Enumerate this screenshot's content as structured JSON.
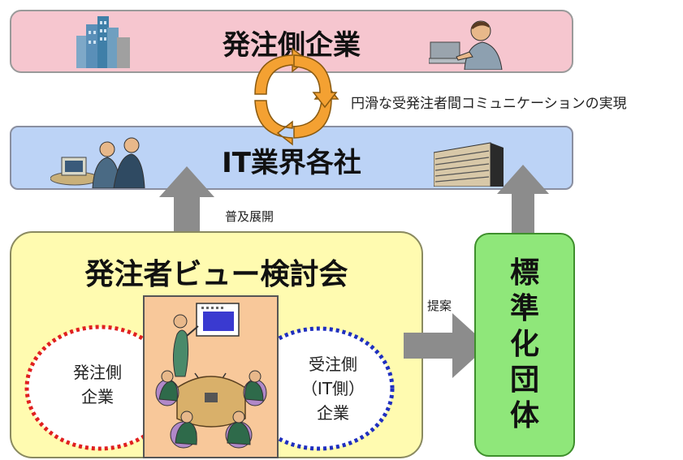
{
  "boxes": {
    "client": {
      "title": "発注側企業"
    },
    "it_industry": {
      "title": "IT業界各社"
    },
    "council": {
      "title": "発注者ビュー検討会"
    },
    "standards_body": {
      "chars": [
        "標",
        "準",
        "化",
        "団",
        "体"
      ]
    }
  },
  "labels": {
    "communication": "円滑な受発注者間コミュニケーションの実現",
    "dissemination": "普及展開",
    "proposal": "提案"
  },
  "ovals": {
    "client_side": {
      "line1": "発注側",
      "line2": "企業"
    },
    "vendor_side": {
      "line1": "受注側",
      "line2": "（IT側）",
      "line3": "企業"
    }
  },
  "colors": {
    "client_box": "#f6c6cf",
    "it_box": "#bcd3f6",
    "council_box": "#fffbb0",
    "standards_box": "#8fe77a",
    "arrow_gray": "#8c8c8c",
    "cycle_orange": "#f4a132",
    "oval_red": "#e02020",
    "oval_blue": "#1f2fbf"
  },
  "icons": [
    "city-buildings-icon",
    "man-at-laptop-icon",
    "circular-arrows-icon",
    "engineers-at-computer-icon",
    "office-building-icon",
    "meeting-illustration-icon"
  ]
}
